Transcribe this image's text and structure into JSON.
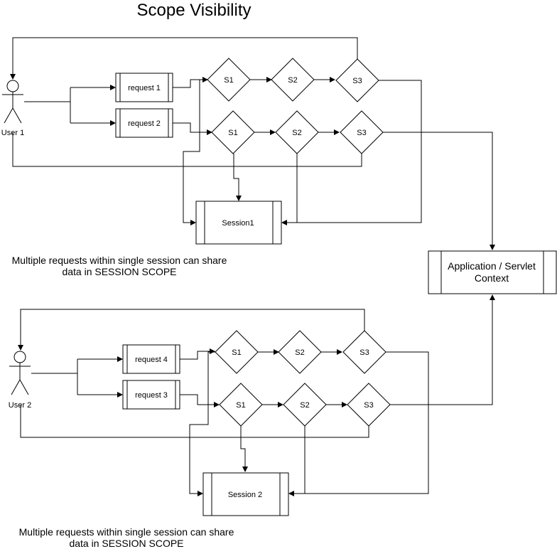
{
  "title": "Scope Visibility",
  "notes": {
    "top": [
      "Multiple requests within single session can share",
      "data in SESSION SCOPE"
    ],
    "bottom": [
      "Multiple requests within single session can share",
      "data in SESSION SCOPE"
    ]
  },
  "actors": {
    "user1": "User 1",
    "user2": "User 2"
  },
  "requests": {
    "r1": "request 1",
    "r2": "request 2",
    "r3": "request 3",
    "r4": "request 4"
  },
  "servlets": {
    "s1": "S1",
    "s2": "S2",
    "s3": "S3"
  },
  "sessions": {
    "session1": "Session1",
    "session2": "Session 2"
  },
  "context": [
    "Application / Servlet",
    "Context"
  ]
}
